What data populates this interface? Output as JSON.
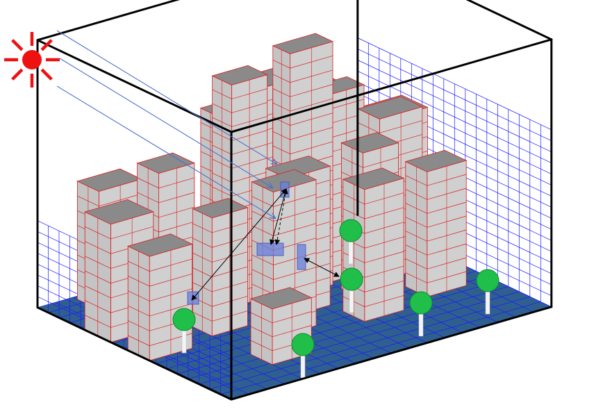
{
  "diagram": {
    "title": "",
    "elements": {
      "sun": "sun-icon",
      "bounding_box": "domain-box",
      "grid": "ground-and-wall-grid",
      "buildings": "building-block",
      "trees": "tree-icon",
      "solar_rays": "incoming-solar-ray",
      "radiation_exchange": "double-headed-arrow",
      "radiating_patch": "surface-patch"
    }
  },
  "colors": {
    "sun": "#ee1111",
    "ray": "#4a72c8",
    "box_edge": "#000000",
    "grid_line": "#1a1aff",
    "ground": "#2f5f8f",
    "wall_face": "#d0d0d0",
    "roof": "#8a8a8a",
    "building_edge": "#dd1a1a",
    "tree_crown": "#1fbf4a",
    "tree_trunk": "#f4f4f4",
    "patch": "#6a7fdc"
  }
}
